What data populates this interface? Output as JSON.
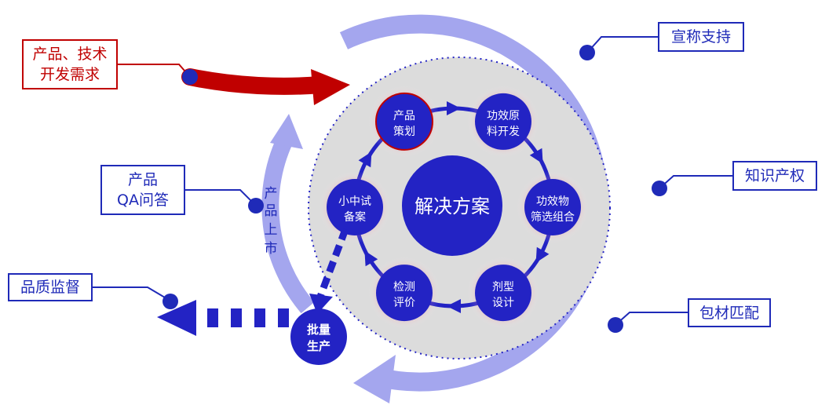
{
  "colors": {
    "deep_blue": "#1f1fc8",
    "node_blue": "#2323c4",
    "ring_lavender": "#a4a6ee",
    "accent_red": "#c00000",
    "disk_gray": "#dcdcdc"
  },
  "center": {
    "label": "解决方案"
  },
  "cycle_nodes": [
    {
      "id": "plan",
      "line1": "产品",
      "line2": "策划",
      "highlight": true
    },
    {
      "id": "ingredient",
      "line1": "功效原",
      "line2": "料开发",
      "highlight": false
    },
    {
      "id": "screening",
      "line1": "功效物",
      "line2": "筛选组合",
      "highlight": false
    },
    {
      "id": "formulation",
      "line1": "剂型",
      "line2": "设计",
      "highlight": false
    },
    {
      "id": "testing",
      "line1": "检测",
      "line2": "评价",
      "highlight": false
    },
    {
      "id": "pilot",
      "line1": "小中试",
      "line2": "备案",
      "highlight": false
    }
  ],
  "mass_production": {
    "line1": "批量",
    "line2": "生产"
  },
  "market_launch": {
    "chars": [
      "产",
      "品",
      "上",
      "市"
    ]
  },
  "callouts": {
    "dev_demand": {
      "line1": "产品、技术",
      "line2": "开发需求"
    },
    "claim_support": {
      "line1": "宣称支持"
    },
    "ip": {
      "line1": "知识产权"
    },
    "packaging": {
      "line1": "包材匹配"
    },
    "qa": {
      "line1": "产品",
      "line2": "QA问答"
    },
    "quality": {
      "line1": "品质监督"
    }
  }
}
